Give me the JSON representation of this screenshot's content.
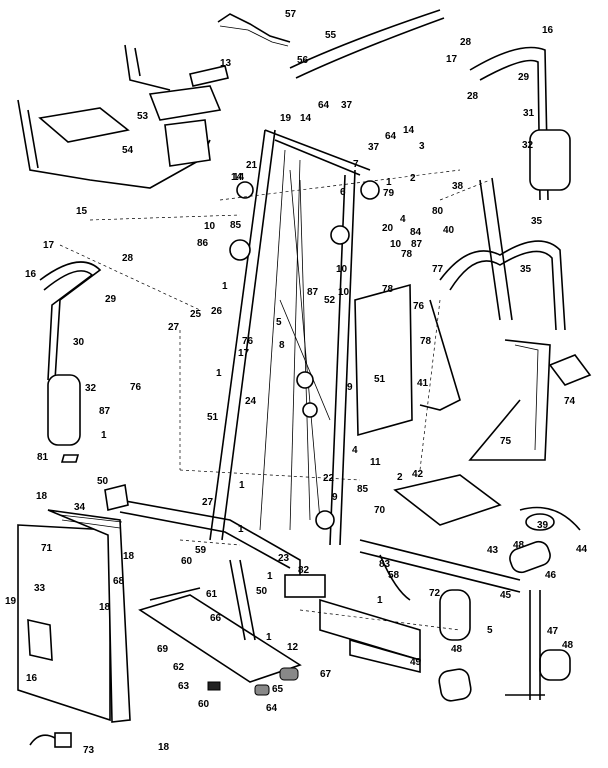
{
  "part_labels": [
    {
      "id": "57",
      "text": "57"
    },
    {
      "id": "56",
      "text": "56"
    },
    {
      "id": "55",
      "text": "55"
    },
    {
      "id": "16a",
      "text": "16"
    },
    {
      "id": "28a",
      "text": "28"
    },
    {
      "id": "17a",
      "text": "17"
    },
    {
      "id": "28b",
      "text": "28"
    },
    {
      "id": "29a",
      "text": "29"
    },
    {
      "id": "31",
      "text": "31"
    },
    {
      "id": "32a",
      "text": "32"
    },
    {
      "id": "13",
      "text": "13"
    },
    {
      "id": "53",
      "text": "53"
    },
    {
      "id": "54",
      "text": "54"
    },
    {
      "id": "15",
      "text": "15"
    },
    {
      "id": "64a",
      "text": "64"
    },
    {
      "id": "37a",
      "text": "37"
    },
    {
      "id": "19",
      "text": "19"
    },
    {
      "id": "14a",
      "text": "14"
    },
    {
      "id": "14b",
      "text": "14"
    },
    {
      "id": "37b",
      "text": "37"
    },
    {
      "id": "64b",
      "text": "64"
    },
    {
      "id": "14c",
      "text": "14"
    },
    {
      "id": "3",
      "text": "3"
    },
    {
      "id": "21",
      "text": "21"
    },
    {
      "id": "14d",
      "text": "14"
    },
    {
      "id": "7",
      "text": "7"
    },
    {
      "id": "2a",
      "text": "2"
    },
    {
      "id": "38",
      "text": "38"
    },
    {
      "id": "1a",
      "text": "1"
    },
    {
      "id": "10a",
      "text": "10"
    },
    {
      "id": "85a",
      "text": "85"
    },
    {
      "id": "6",
      "text": "6"
    },
    {
      "id": "79",
      "text": "79"
    },
    {
      "id": "80",
      "text": "80"
    },
    {
      "id": "4a",
      "text": "4"
    },
    {
      "id": "20",
      "text": "20"
    },
    {
      "id": "84",
      "text": "84"
    },
    {
      "id": "40",
      "text": "40"
    },
    {
      "id": "35a",
      "text": "35"
    },
    {
      "id": "86",
      "text": "86"
    },
    {
      "id": "10b",
      "text": "10"
    },
    {
      "id": "87a",
      "text": "87"
    },
    {
      "id": "78a",
      "text": "78"
    },
    {
      "id": "77",
      "text": "77"
    },
    {
      "id": "35b",
      "text": "35"
    },
    {
      "id": "17b",
      "text": "17"
    },
    {
      "id": "28c",
      "text": "28"
    },
    {
      "id": "16b",
      "text": "16"
    },
    {
      "id": "29b",
      "text": "29"
    },
    {
      "id": "30",
      "text": "30"
    },
    {
      "id": "32b",
      "text": "32"
    },
    {
      "id": "1b",
      "text": "1"
    },
    {
      "id": "10c",
      "text": "10"
    },
    {
      "id": "52",
      "text": "52"
    },
    {
      "id": "87b",
      "text": "87"
    },
    {
      "id": "78b",
      "text": "78"
    },
    {
      "id": "10d",
      "text": "10"
    },
    {
      "id": "25",
      "text": "25"
    },
    {
      "id": "26",
      "text": "26"
    },
    {
      "id": "27a",
      "text": "27"
    },
    {
      "id": "5a",
      "text": "5"
    },
    {
      "id": "76a",
      "text": "76"
    },
    {
      "id": "76b",
      "text": "76"
    },
    {
      "id": "17c",
      "text": "17"
    },
    {
      "id": "8",
      "text": "8"
    },
    {
      "id": "1c",
      "text": "1"
    },
    {
      "id": "76c",
      "text": "76"
    },
    {
      "id": "78c",
      "text": "78"
    },
    {
      "id": "51a",
      "text": "51"
    },
    {
      "id": "9a",
      "text": "9"
    },
    {
      "id": "41",
      "text": "41"
    },
    {
      "id": "74",
      "text": "74"
    },
    {
      "id": "87c",
      "text": "87"
    },
    {
      "id": "24",
      "text": "24"
    },
    {
      "id": "51b",
      "text": "51"
    },
    {
      "id": "1d",
      "text": "1"
    },
    {
      "id": "75",
      "text": "75"
    },
    {
      "id": "4b",
      "text": "4"
    },
    {
      "id": "81",
      "text": "81"
    },
    {
      "id": "11",
      "text": "11"
    },
    {
      "id": "50a",
      "text": "50"
    },
    {
      "id": "22",
      "text": "22"
    },
    {
      "id": "2b",
      "text": "2"
    },
    {
      "id": "27b",
      "text": "27"
    },
    {
      "id": "1e",
      "text": "1"
    },
    {
      "id": "42",
      "text": "42"
    },
    {
      "id": "85b",
      "text": "85"
    },
    {
      "id": "9b",
      "text": "9"
    },
    {
      "id": "70",
      "text": "70"
    },
    {
      "id": "18a",
      "text": "18"
    },
    {
      "id": "34",
      "text": "34"
    },
    {
      "id": "39",
      "text": "39"
    },
    {
      "id": "71",
      "text": "71"
    },
    {
      "id": "1f",
      "text": "1"
    },
    {
      "id": "59",
      "text": "59"
    },
    {
      "id": "23",
      "text": "23"
    },
    {
      "id": "43",
      "text": "43"
    },
    {
      "id": "48a",
      "text": "48"
    },
    {
      "id": "44",
      "text": "44"
    },
    {
      "id": "18b",
      "text": "18"
    },
    {
      "id": "60a",
      "text": "60"
    },
    {
      "id": "82",
      "text": "82"
    },
    {
      "id": "83",
      "text": "83"
    },
    {
      "id": "46",
      "text": "46"
    },
    {
      "id": "1g",
      "text": "1"
    },
    {
      "id": "58",
      "text": "58"
    },
    {
      "id": "33",
      "text": "33"
    },
    {
      "id": "68",
      "text": "68"
    },
    {
      "id": "61",
      "text": "61"
    },
    {
      "id": "50b",
      "text": "50"
    },
    {
      "id": "72",
      "text": "72"
    },
    {
      "id": "1h",
      "text": "1"
    },
    {
      "id": "45",
      "text": "45"
    },
    {
      "id": "19b",
      "text": "19"
    },
    {
      "id": "18c",
      "text": "18"
    },
    {
      "id": "66",
      "text": "66"
    },
    {
      "id": "5b",
      "text": "5"
    },
    {
      "id": "47",
      "text": "47"
    },
    {
      "id": "1i",
      "text": "1"
    },
    {
      "id": "12",
      "text": "12"
    },
    {
      "id": "69",
      "text": "69"
    },
    {
      "id": "48b",
      "text": "48"
    },
    {
      "id": "49",
      "text": "49"
    },
    {
      "id": "16c",
      "text": "16"
    },
    {
      "id": "62",
      "text": "62"
    },
    {
      "id": "67",
      "text": "67"
    },
    {
      "id": "48c",
      "text": "48"
    },
    {
      "id": "63",
      "text": "63"
    },
    {
      "id": "65",
      "text": "65"
    },
    {
      "id": "60b",
      "text": "60"
    },
    {
      "id": "64c",
      "text": "64"
    },
    {
      "id": "73",
      "text": "73"
    },
    {
      "id": "18d",
      "text": "18"
    }
  ]
}
